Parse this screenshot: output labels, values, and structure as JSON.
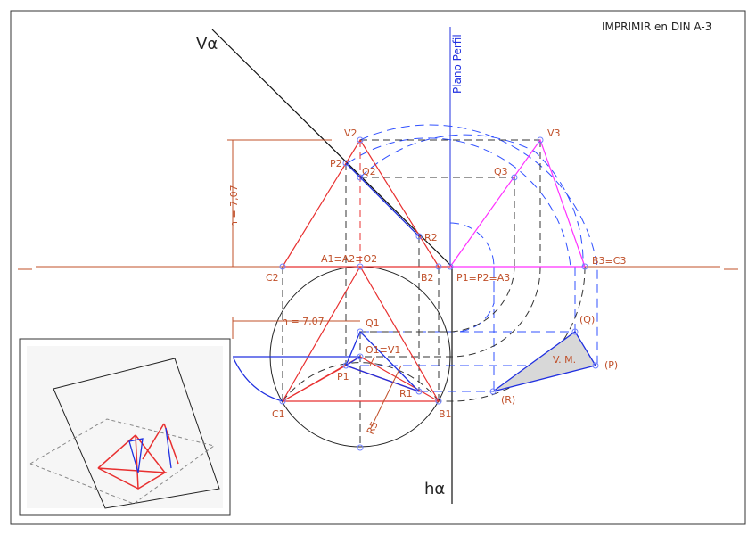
{
  "title": "IMPRIMIR en DIN A-3",
  "traces": {
    "v_alpha": "Vα",
    "h_alpha": "hα",
    "plano_perfil": "Plano Perfil"
  },
  "points": {
    "V2": "V2",
    "P2": "P2",
    "Q2": "Q2",
    "R2": "R2",
    "C2": "C2",
    "B2": "B2",
    "A1A2O2": "A1≡A2≡O2",
    "P1P2A3": "P1≡P2≡A3",
    "V3": "V3",
    "Q3": "Q3",
    "B3C3": "B3≡C3",
    "Q1": "Q1",
    "O1V1": "O1≡V1",
    "P1": "P1",
    "R1": "R1",
    "C1": "C1",
    "B1": "B1",
    "Qt": "(Q)",
    "Pt": "(P)",
    "Rt": "(R)"
  },
  "dimensions": {
    "height_vertical": "h = 7,07",
    "height_horizontal": "h = 7,07",
    "radius": "R5"
  },
  "true_magnitude": "V. M.",
  "colors": {
    "red": "#e83030",
    "blue": "#2030e0",
    "magenta": "#ff30ff",
    "orange": "#c0502a",
    "dashed_blue": "#3050ff"
  }
}
